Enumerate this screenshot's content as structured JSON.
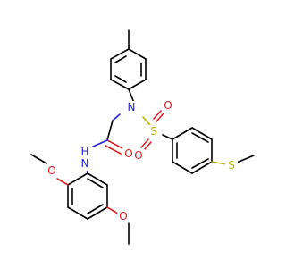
{
  "molecule": {
    "atoms": {
      "n_sulfonamide": "N",
      "n_amide": "N",
      "h_amide": "H",
      "s_sulfonyl": "S",
      "s_thioether": "S",
      "o_sulfonyl_1": "O",
      "o_sulfonyl_2": "O",
      "o_carbonyl": "O",
      "o_methoxy_1": "O",
      "o_methoxy_2": "O"
    },
    "colors": {
      "carbon_bond": "#000000",
      "nitrogen": "#2222dd",
      "oxygen": "#dd2222",
      "sulfur": "#b8b800"
    }
  }
}
